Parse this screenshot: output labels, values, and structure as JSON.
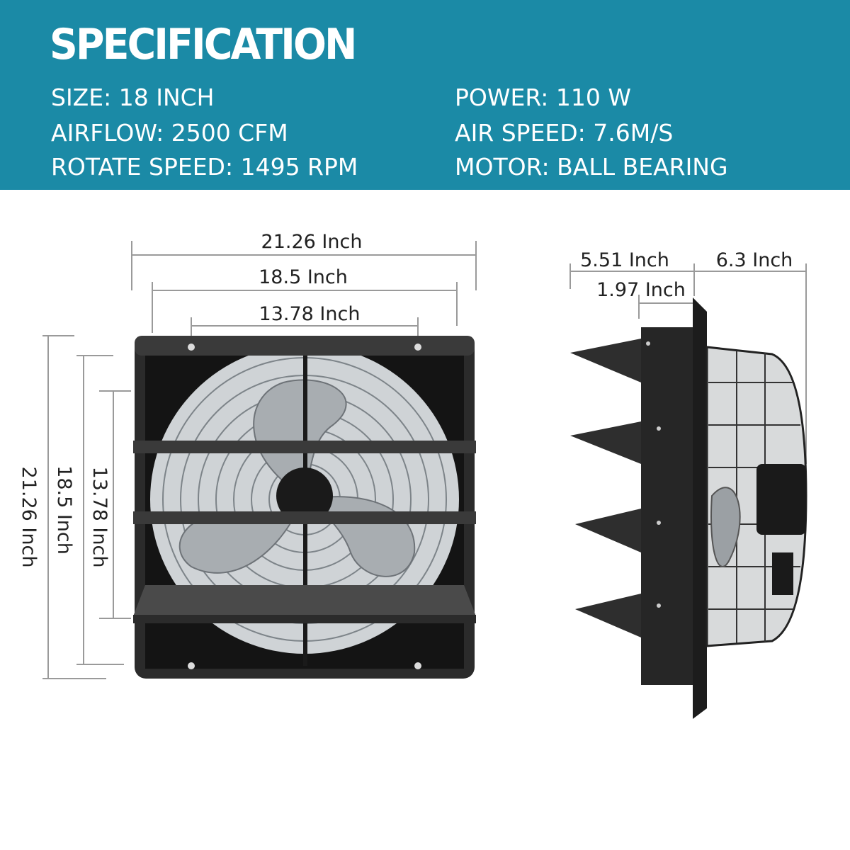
{
  "header": {
    "title": "SPECIFICATION",
    "specs": [
      {
        "text": "SIZE: 18 INCH"
      },
      {
        "text": "AIRFLOW: 2500 CFM"
      },
      {
        "text": "ROTATE SPEED: 1495 RPM"
      },
      {
        "text": "POWER: 110 W"
      },
      {
        "text": "AIR SPEED: 7.6M/S"
      },
      {
        "text": "MOTOR: BALL BEARING"
      }
    ]
  },
  "front_view": {
    "width_outer": "21.26 Inch",
    "width_middle": "18.5 Inch",
    "width_inner": "13.78 Inch",
    "height_outer": "21.26 Inch",
    "height_middle": "18.5 Inch",
    "height_inner": "13.78 Inch"
  },
  "side_view": {
    "depth_shutter": "5.51 Inch",
    "depth_motor": "6.3 Inch",
    "depth_flange": "1.97 Inch"
  },
  "colors": {
    "banner": "#1b8aa6",
    "frame": "#2b2b2b",
    "dimension_line": "#9a9a9a"
  }
}
